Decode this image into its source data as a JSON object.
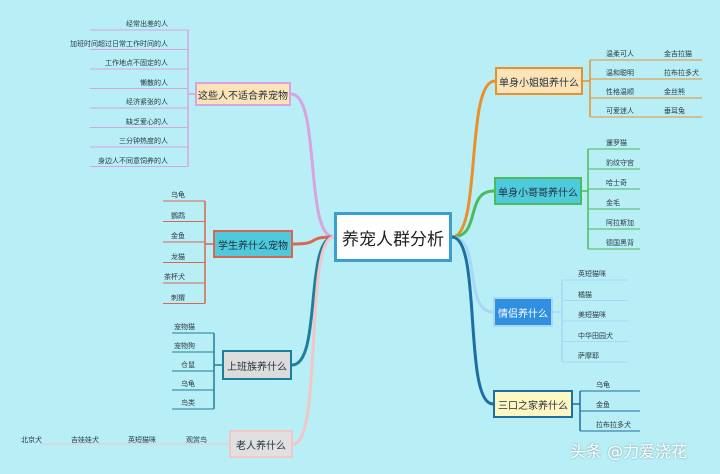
{
  "root": {
    "label": "养宠人群分析",
    "color": "#3a9fcf"
  },
  "branches": [
    {
      "id": "unsuitable",
      "label": "这些人不适合养宠物",
      "color": "#d9a3e0",
      "fill": "#fde3b8",
      "leaves": [
        "经常出差的人",
        "加班时间超过日常工作时间的人",
        "工作地点不固定的人",
        "懒散的人",
        "经济紧张的人",
        "缺乏爱心的人",
        "三分钟热度的人",
        "身边人不同意饲养的人"
      ]
    },
    {
      "id": "student",
      "label": "学生养什么宠物",
      "color": "#d9674f",
      "fill": "#4fc9dc",
      "leaves": [
        "乌龟",
        "鹦鹉",
        "金鱼",
        "龙猫",
        "茶杯犬",
        "刺猬"
      ]
    },
    {
      "id": "office",
      "label": "上班族养什么",
      "color": "#1f7f9a",
      "fill": "#dcdcdc",
      "leaves": [
        "宠物猫",
        "宠物狗",
        "仓鼠",
        "乌龟",
        "鸟类"
      ]
    },
    {
      "id": "elderly",
      "label": "老人养什么",
      "color": "#f2c6c6",
      "fill": "#e0e0e0",
      "leaves": [
        "北京犬",
        "吉娃娃犬",
        "英短猫咪",
        "观赏鸟"
      ]
    },
    {
      "id": "single_female",
      "label": "单身小姐姐养什么",
      "color": "#e8902a",
      "fill": "#fde3b8",
      "traits": [
        "温柔可人",
        "温和聪明",
        "性格温顺",
        "可爱迷人"
      ],
      "leaves": [
        "金吉拉猫",
        "拉布拉多犬",
        "金丝熊",
        "垂耳兔"
      ]
    },
    {
      "id": "single_male",
      "label": "单身小哥哥养什么",
      "color": "#4cbb5a",
      "fill": "#4fc9dc",
      "leaves": [
        "暹罗猫",
        "豹纹守宫",
        "哈士奇",
        "金毛",
        "阿拉斯加",
        "德国黑背"
      ]
    },
    {
      "id": "couple",
      "label": "情侣养什么",
      "color": "#a9d8f7",
      "fill": "#2f8fe0",
      "leaves": [
        "英短猫咪",
        "橘猫",
        "美短猫咪",
        "中华田园犬",
        "萨摩耶"
      ]
    },
    {
      "id": "family",
      "label": "三口之家养什么",
      "color": "#1c6ea3",
      "fill": "#fff7c2",
      "leaves": [
        "乌龟",
        "金鱼",
        "拉布拉多犬"
      ]
    }
  ],
  "watermark": "头条 @力爱浇花"
}
